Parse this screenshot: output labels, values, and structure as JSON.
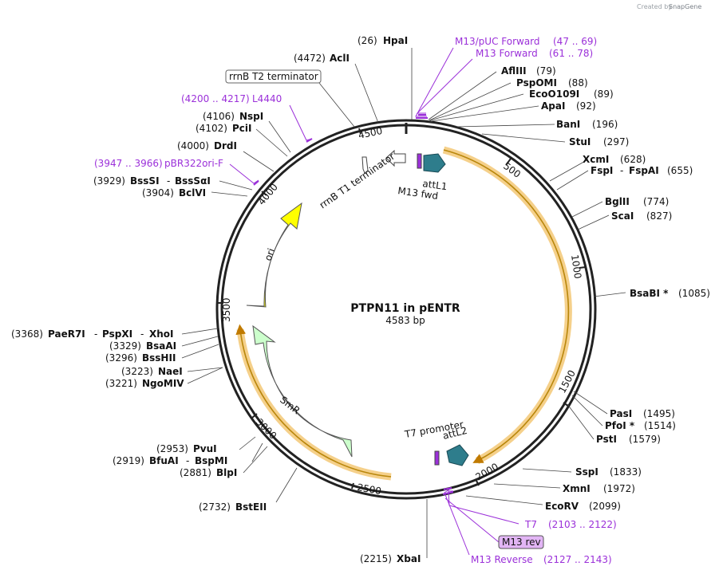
{
  "branding": {
    "created_by": "Created by",
    "product": "SnapGene"
  },
  "plasmid": {
    "name": "PTPN11 in pENTR",
    "size_label": "4583 bp"
  },
  "ruler_ticks": [
    "500",
    "1000",
    "1500",
    "2000",
    "2500",
    "3000",
    "3500",
    "4000",
    "4500"
  ],
  "features": {
    "ori": "ori",
    "smr": "SmR",
    "attl1": "attL1",
    "attl2": "attL2",
    "m13_fwd": "M13 fwd",
    "t7_promoter": "T7 promoter",
    "rrnb_t1": "rrnB T1 terminator",
    "rrnb_t2": "rrnB T2 terminator",
    "m13_rev": "M13 rev"
  },
  "sites": [
    {
      "id": "hpai",
      "pos": "(26)",
      "name": "HpaI"
    },
    {
      "id": "acli",
      "pos": "(4472)",
      "name": "AclI"
    },
    {
      "id": "nspi",
      "pos": "(4106)",
      "name": "NspI"
    },
    {
      "id": "pcii",
      "pos": "(4102)",
      "name": "PciI"
    },
    {
      "id": "drdi",
      "pos": "(4000)",
      "name": "DrdI"
    },
    {
      "id": "bsssi",
      "pos": "(3929)",
      "name": "BssSI",
      "name2": "BssSαI"
    },
    {
      "id": "bclvi",
      "pos": "(3904)",
      "name": "BclVI"
    },
    {
      "id": "paer7i",
      "pos": "(3368)",
      "name": "PaeR7I",
      "name2": "PspXI",
      "name3": "XhoI"
    },
    {
      "id": "bsaai",
      "pos": "(3329)",
      "name": "BsaAI"
    },
    {
      "id": "bsshii",
      "pos": "(3296)",
      "name": "BssHII"
    },
    {
      "id": "naei",
      "pos": "(3223)",
      "name": "NaeI"
    },
    {
      "id": "ngomiv",
      "pos": "(3221)",
      "name": "NgoMIV"
    },
    {
      "id": "pvui",
      "pos": "(2953)",
      "name": "PvuI"
    },
    {
      "id": "bfuai",
      "pos": "(2919)",
      "name": "BfuAI",
      "name2": "BspMI"
    },
    {
      "id": "blpi",
      "pos": "(2881)",
      "name": "BlpI"
    },
    {
      "id": "bsteii",
      "pos": "(2732)",
      "name": "BstEII"
    },
    {
      "id": "xbai",
      "pos": "(2215)",
      "name": "XbaI"
    },
    {
      "id": "aflii",
      "pos": "(79)",
      "name": "AflIII"
    },
    {
      "id": "pspomi",
      "pos": "(88)",
      "name": "PspOMI"
    },
    {
      "id": "eco0109i",
      "pos": "(89)",
      "name": "EcoO109I"
    },
    {
      "id": "apai",
      "pos": "(92)",
      "name": "ApaI"
    },
    {
      "id": "bani",
      "pos": "(196)",
      "name": "BanI"
    },
    {
      "id": "stui",
      "pos": "(297)",
      "name": "StuI"
    },
    {
      "id": "xcmi",
      "pos": "(628)",
      "name": "XcmI"
    },
    {
      "id": "fspi",
      "pos": "(655)",
      "name": "FspI",
      "name2": "FspAI"
    },
    {
      "id": "bglii",
      "pos": "(774)",
      "name": "BglII"
    },
    {
      "id": "scai",
      "pos": "(827)",
      "name": "ScaI"
    },
    {
      "id": "bsabi",
      "pos": "(1085)",
      "name": "BsaBI *"
    },
    {
      "id": "pasi",
      "pos": "(1495)",
      "name": "PasI"
    },
    {
      "id": "pfoi",
      "pos": "(1514)",
      "name": "PfoI *"
    },
    {
      "id": "psti",
      "pos": "(1579)",
      "name": "PstI"
    },
    {
      "id": "sspi",
      "pos": "(1833)",
      "name": "SspI"
    },
    {
      "id": "xmni",
      "pos": "(1972)",
      "name": "XmnI"
    },
    {
      "id": "ecorv",
      "pos": "(2099)",
      "name": "EcoRV"
    }
  ],
  "primers": [
    {
      "id": "m13puc",
      "name": "M13/pUC Forward",
      "range": "(47 .. 69)"
    },
    {
      "id": "m13f",
      "name": "M13 Forward",
      "range": "(61 .. 78)"
    },
    {
      "id": "l4440",
      "name": "L4440",
      "range": "(4200 .. 4217)"
    },
    {
      "id": "pbr322",
      "name": "pBR322ori-F",
      "range": "(3947 .. 3966)"
    },
    {
      "id": "t7",
      "name": "T7",
      "range": "(2103 .. 2122)"
    },
    {
      "id": "m13r",
      "name": "M13 Reverse",
      "range": "(2127 .. 2143)"
    }
  ],
  "colors": {
    "backbone": "#222222",
    "primer": "#9b30d9",
    "ori": "#ffff00",
    "smr": "#ccffcc",
    "att": "#2e7d8c",
    "gene_highlight": "#f5d08a",
    "gene_line": "#b8860b"
  }
}
